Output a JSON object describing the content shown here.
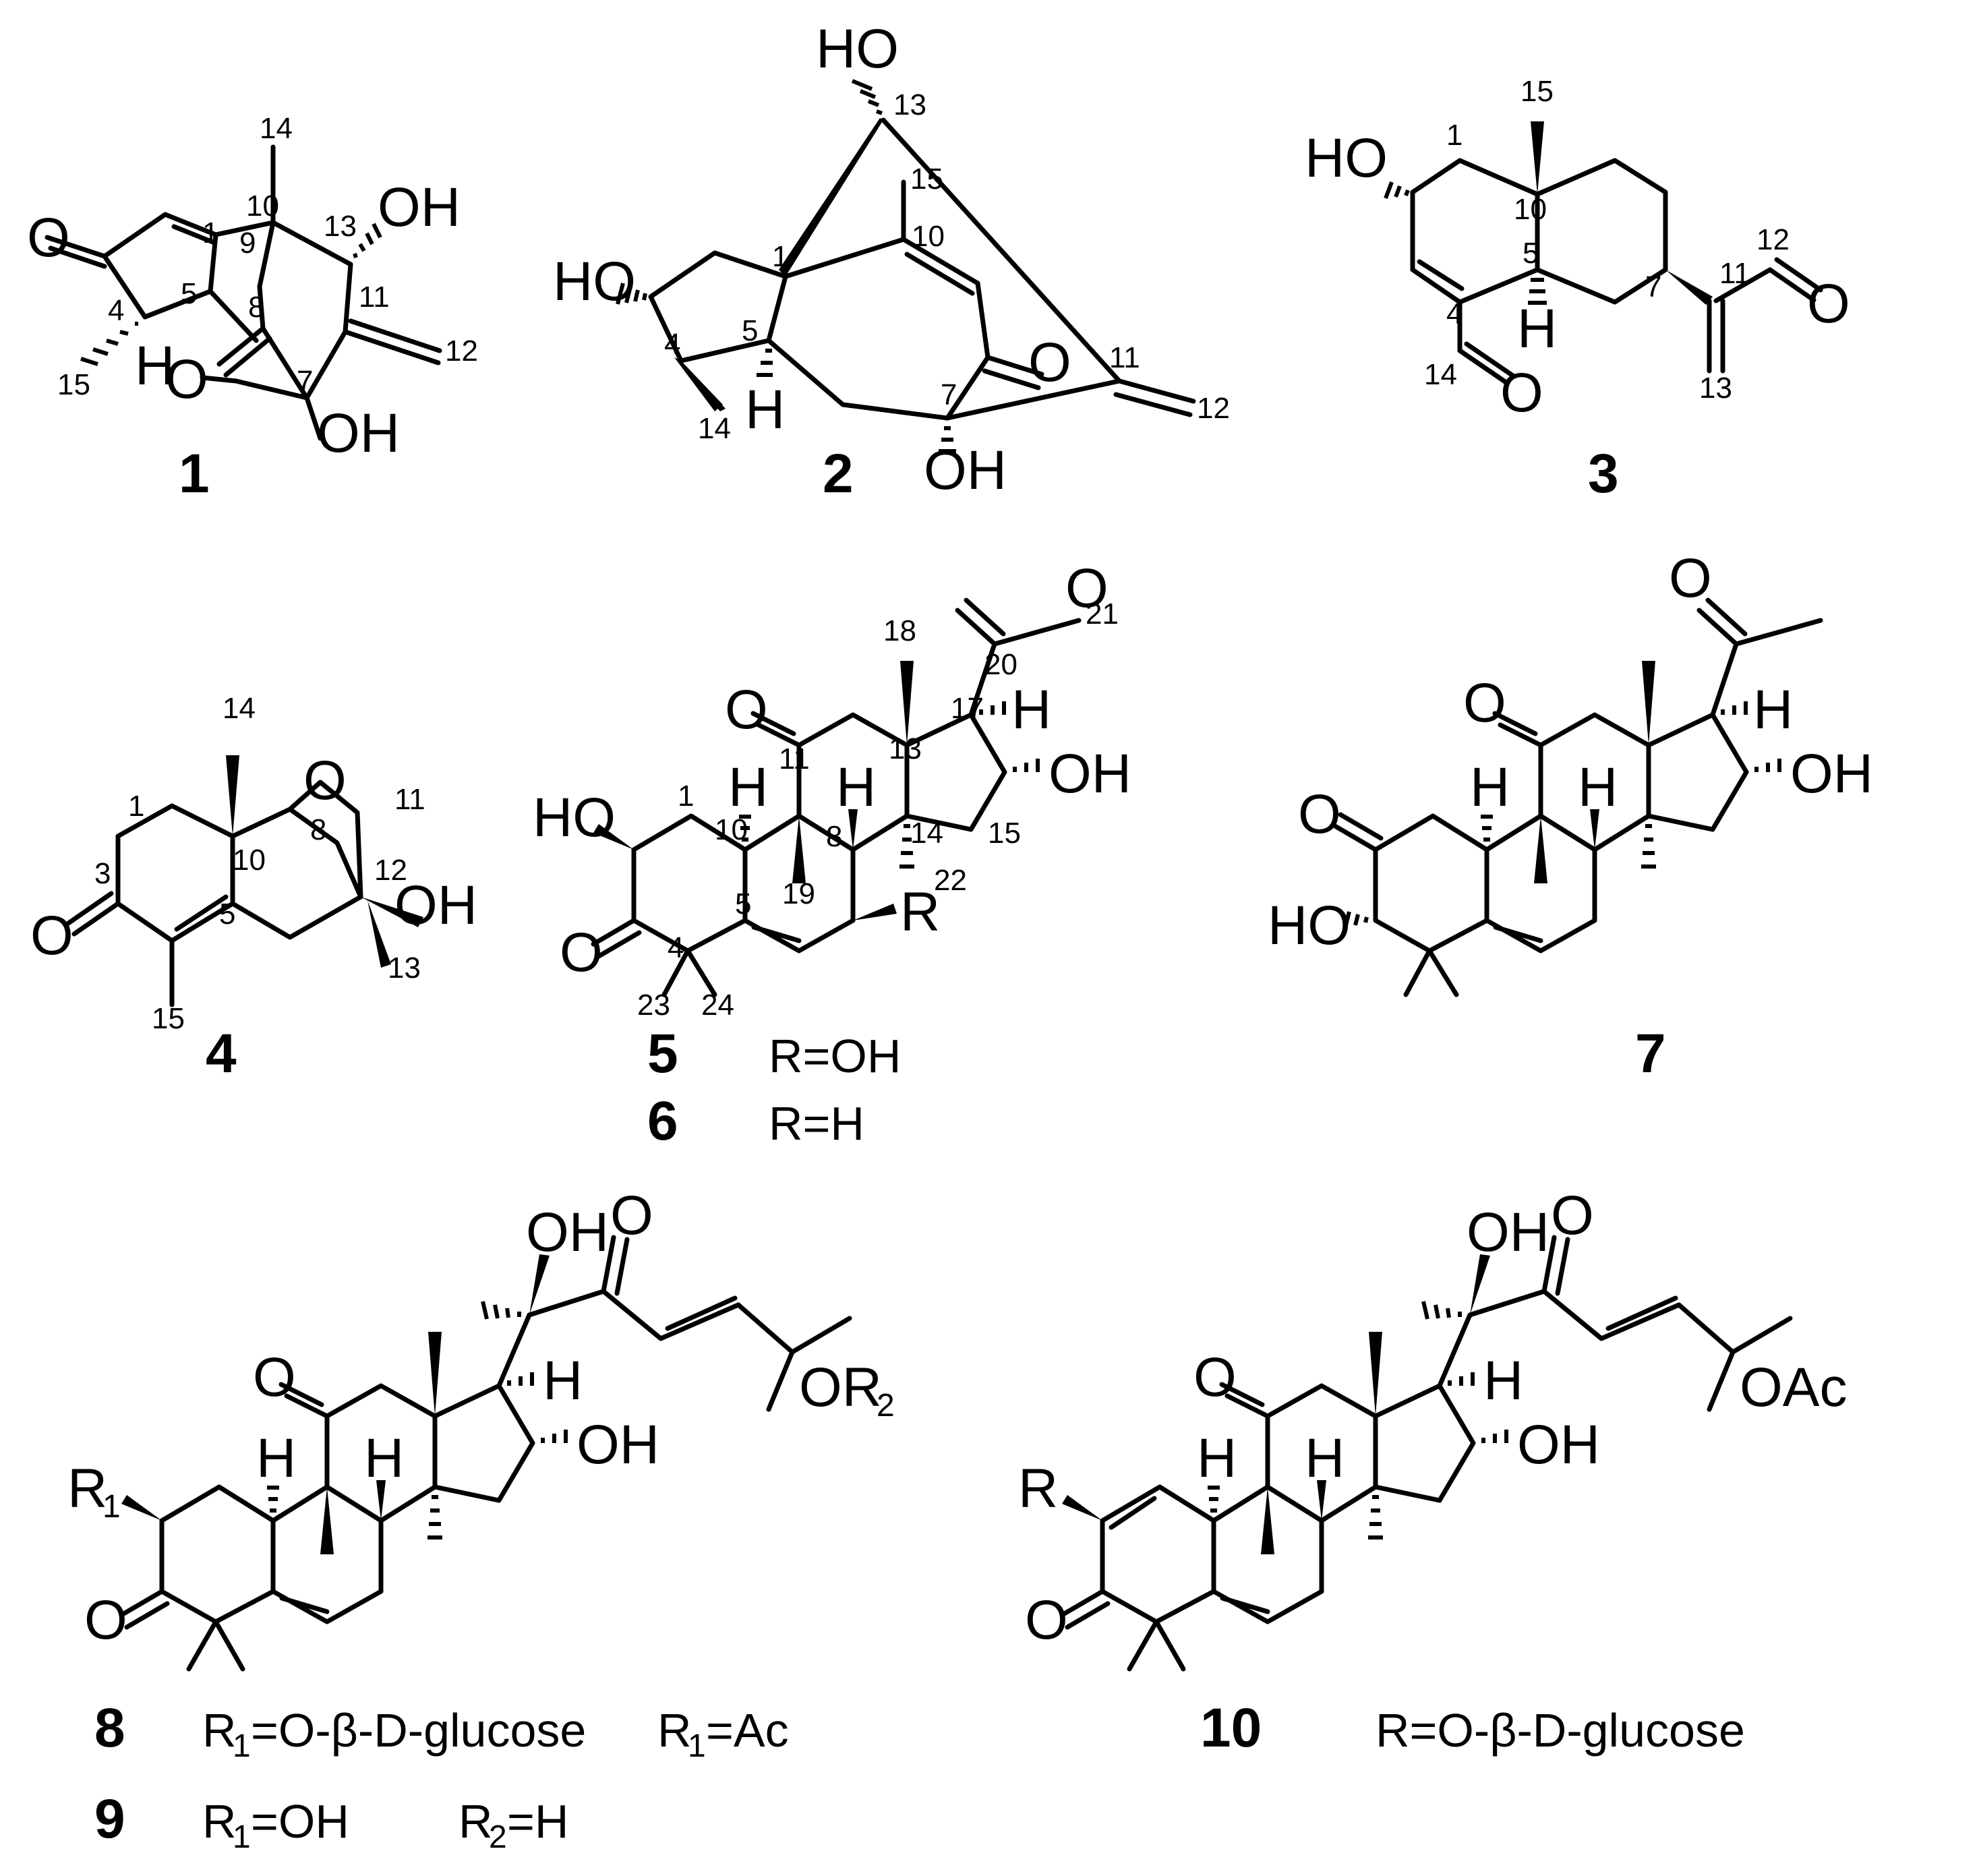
{
  "compounds": [
    {
      "id": "1",
      "atoms": [
        "O",
        "OH",
        "H",
        "O",
        "OH"
      ],
      "numbers": [
        "14",
        "10",
        "13",
        "1",
        "9",
        "8",
        "11",
        "12",
        "5",
        "4",
        "15",
        "7"
      ]
    },
    {
      "id": "2",
      "atoms": [
        "HO",
        "HO",
        "O",
        "H",
        "OH"
      ],
      "numbers": [
        "13",
        "15",
        "10",
        "1",
        "5",
        "4",
        "14",
        "7",
        "11",
        "12"
      ]
    },
    {
      "id": "3",
      "atoms": [
        "HO",
        "H",
        "O",
        "O"
      ],
      "numbers": [
        "15",
        "1",
        "10",
        "5",
        "4",
        "14",
        "7",
        "11",
        "12",
        "13"
      ]
    },
    {
      "id": "4",
      "atoms": [
        "O",
        "OH",
        "O"
      ],
      "numbers": [
        "14",
        "1",
        "10",
        "3",
        "5",
        "15",
        "8",
        "11",
        "12",
        "13"
      ]
    },
    {
      "id": "5",
      "atoms": [
        "O",
        "O",
        "OH",
        "HO",
        "H",
        "H",
        "O",
        "R",
        "H"
      ],
      "numbers": [
        "21",
        "18",
        "20",
        "17",
        "13",
        "11",
        "1",
        "10",
        "8",
        "14",
        "15",
        "19",
        "22",
        "5",
        "4",
        "23",
        "24"
      ]
    },
    {
      "id": "7",
      "atoms": [
        "O",
        "O",
        "H",
        "H",
        "H",
        "OH",
        "O",
        "HO"
      ],
      "numbers": []
    },
    {
      "id": "8",
      "atoms": [
        "OH",
        "O",
        "O",
        "H",
        "H",
        "H",
        "OH",
        "OR",
        "2",
        "R",
        "1",
        "O"
      ],
      "numbers": []
    },
    {
      "id": "10",
      "atoms": [
        "OH",
        "O",
        "O",
        "H",
        "H",
        "H",
        "OH",
        "OAc",
        "R",
        "O"
      ],
      "numbers": []
    }
  ],
  "captions": [
    {
      "id": "5",
      "text": "R=OH"
    },
    {
      "id": "6",
      "text": "R=H"
    },
    {
      "id": "8",
      "r1": "R",
      "s1": "1",
      "t1": "=O-β-D-glucose",
      "r2": "R",
      "s2": "1",
      "t2": "=Ac"
    },
    {
      "id": "9",
      "r1": "R",
      "s1": "1",
      "t1": "=OH",
      "r2": "R",
      "s2": "2",
      "t2": "=H"
    },
    {
      "id": "10",
      "text": "R=O-β-D-glucose"
    }
  ]
}
